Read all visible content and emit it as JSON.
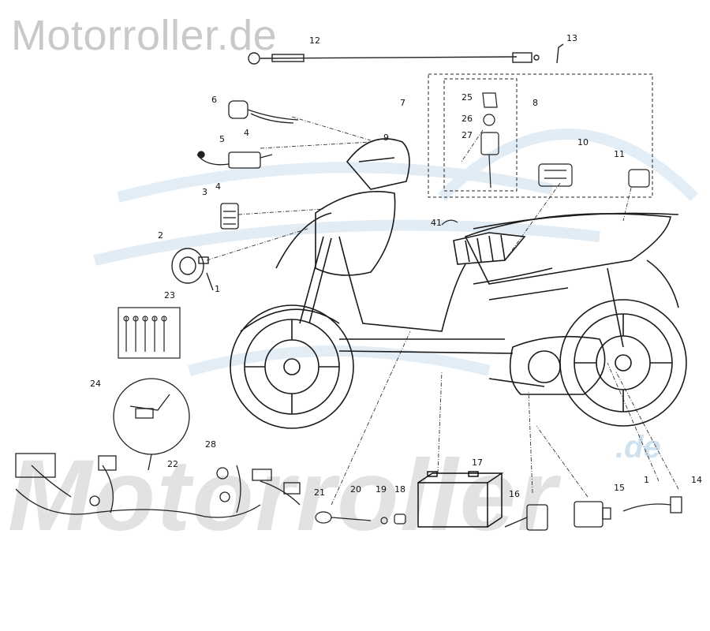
{
  "watermarks": {
    "site_top": "Motorroller.de",
    "brand_bottom": "Motorroller",
    "domain_suffix": ".de"
  },
  "callouts": {
    "c1_left": "1",
    "c1_right": "1",
    "c2": "2",
    "c3": "3",
    "c4_upper": "4",
    "c4_lower": "4",
    "c5": "5",
    "c6": "6",
    "c7": "7",
    "c8": "8",
    "c9": "9",
    "c10": "10",
    "c11": "11",
    "c12": "12",
    "c13": "13",
    "c14": "14",
    "c15": "15",
    "c16": "16",
    "c17": "17",
    "c18": "18",
    "c19": "19",
    "c20": "20",
    "c21": "21",
    "c22": "22",
    "c23": "23",
    "c24": "24",
    "c25": "25",
    "c26": "26",
    "c27": "27",
    "c28": "28",
    "c41": "41"
  },
  "colors": {
    "ink": "#111111",
    "watermark_gray": "#c9c9c9",
    "watermark_blue": "#cfe0ee"
  }
}
